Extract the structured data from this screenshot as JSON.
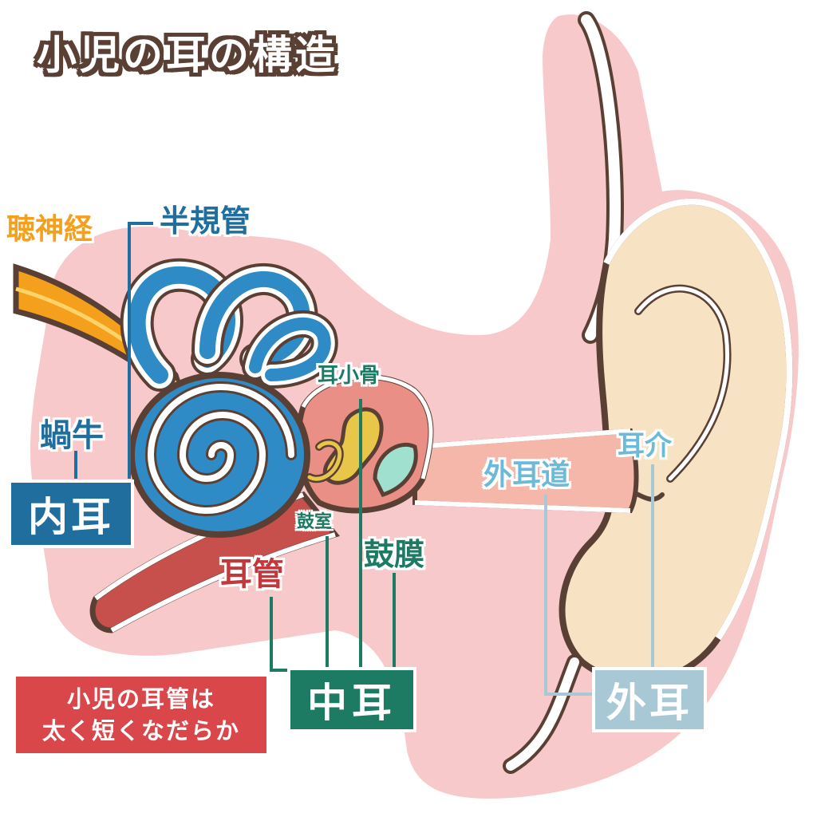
{
  "title": "小児の耳の構造",
  "labels": {
    "auditory_nerve": "聴神経",
    "semicircular_canals": "半規管",
    "cochlea": "蝸牛",
    "ossicles": "耳小骨",
    "tympanic_cavity": "鼓室",
    "eardrum": "鼓膜",
    "eustachian_tube": "耳管",
    "ear_canal": "外耳道",
    "auricle": "耳介"
  },
  "sections": {
    "inner_ear": "内耳",
    "middle_ear": "中耳",
    "outer_ear": "外耳"
  },
  "note": {
    "line1": "小児の耳管は",
    "line2": "太く短くなだらか"
  },
  "colors": {
    "inner_ear": "#1f6e9e",
    "middle_ear": "#1d7a63",
    "outer_ear": "#a9c8d6",
    "eustachian_tube": "#c2393d",
    "auditory_nerve": "#f4a01c",
    "skin_background": "#f7c9cb",
    "auricle_fill": "#f7e3c4"
  }
}
